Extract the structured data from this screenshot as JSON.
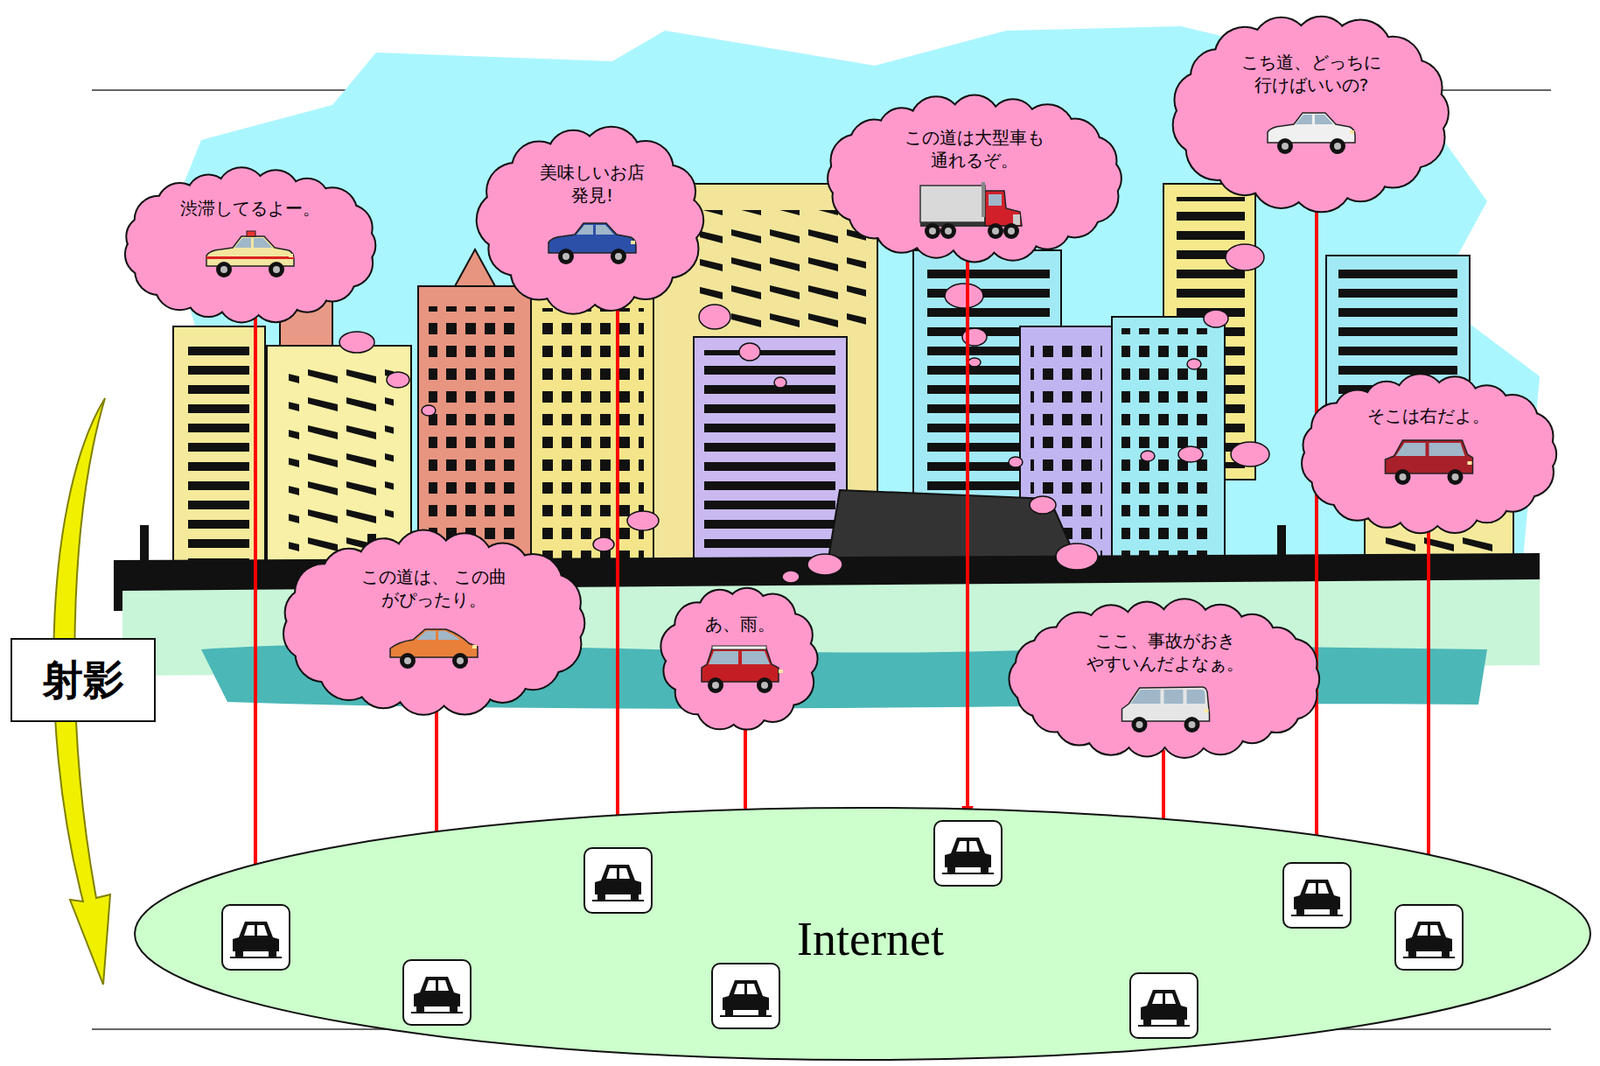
{
  "diagram": {
    "nodes": [
      {
        "text": [
          "渋滞してるよー。"
        ]
      },
      {
        "text": [
          "美味しいお店 発見!"
        ]
      },
      {
        "text": [
          "この道は大型車も 通れるぞ。"
        ]
      },
      {
        "text": [
          "こち道、どっちに 行けばいいの?"
        ]
      },
      {
        "text": [
          "そこは右だよ。"
        ]
      },
      {
        "text": [
          "この道は、 この曲がぴったり。"
        ]
      },
      {
        "text": [
          "あ、雨。"
        ]
      },
      {
        "text": [
          "ここ、事故がおき やすいんだよなぁ。"
        ]
      },
      {
        "text": [
          "射影"
        ]
      },
      {
        "text": [
          "Internet"
        ]
      },
      {
        "text": [],
        "in": 9
      },
      {
        "text": [],
        "in": 9
      },
      {
        "text": [],
        "in": 9
      },
      {
        "text": [],
        "in": 9
      },
      {
        "text": [],
        "in": 9
      },
      {
        "text": [],
        "in": 9
      },
      {
        "text": [],
        "in": 9
      },
      {
        "text": [],
        "in": 9
      }
    ],
    "edges": [
      {
        "from": 0,
        "to": 10,
        "arrow": "to"
      },
      {
        "from": 1,
        "to": 12,
        "arrow": "to"
      },
      {
        "from": 2,
        "to": 14,
        "arrow": "to"
      },
      {
        "from": 3,
        "to": 16,
        "arrow": "to"
      },
      {
        "from": 4,
        "to": 17,
        "arrow": "to"
      },
      {
        "from": 5,
        "to": 11,
        "arrow": "to"
      },
      {
        "from": 6,
        "to": 13,
        "arrow": "to"
      },
      {
        "from": 7,
        "to": 15,
        "arrow": "to"
      }
    ]
  }
}
